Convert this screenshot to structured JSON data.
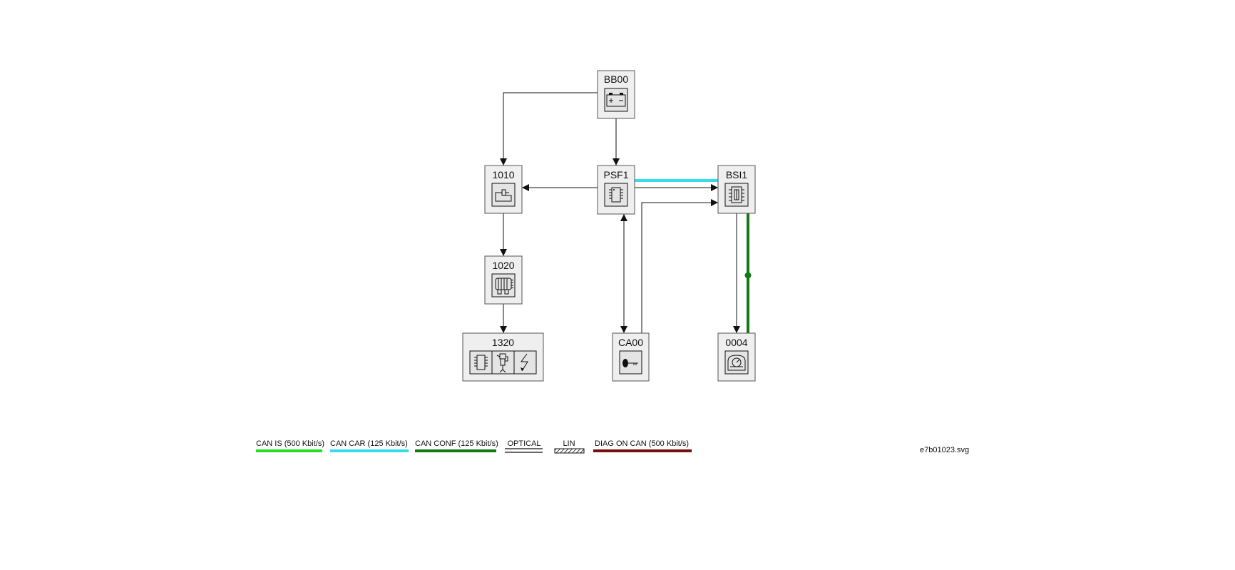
{
  "colors": {
    "can_is": "#22dd22",
    "can_car": "#33ddee",
    "can_conf": "#127a12",
    "diag_on_can": "#7a0c0c",
    "wire": "#111111"
  },
  "nodes": {
    "bb00": {
      "label": "BB00",
      "icon": "battery-icon"
    },
    "n1010": {
      "label": "1010",
      "icon": "starter-motor-icon"
    },
    "psf1": {
      "label": "PSF1",
      "icon": "ecu-chip-icon"
    },
    "bsi1": {
      "label": "BSI1",
      "icon": "fuse-box-icon"
    },
    "n1020": {
      "label": "1020",
      "icon": "alternator-icon"
    },
    "n1320": {
      "label": "1320",
      "icons": [
        "ecu-chip-icon",
        "injector-icon",
        "ignition-spark-icon"
      ]
    },
    "ca00": {
      "label": "CA00",
      "icon": "ignition-key-icon"
    },
    "n0004": {
      "label": "0004",
      "icon": "instrument-panel-icon"
    }
  },
  "legend": {
    "can_is": "CAN IS (500 Kbit/s)",
    "can_car": "CAN CAR (125 Kbit/s)",
    "can_conf": "CAN CONF (125 Kbit/s)",
    "optical": "OPTICAL",
    "lin": "LIN",
    "diag_on_can": "DIAG ON CAN  (500 Kbit/s)"
  },
  "file_name": "e7b01023.svg"
}
